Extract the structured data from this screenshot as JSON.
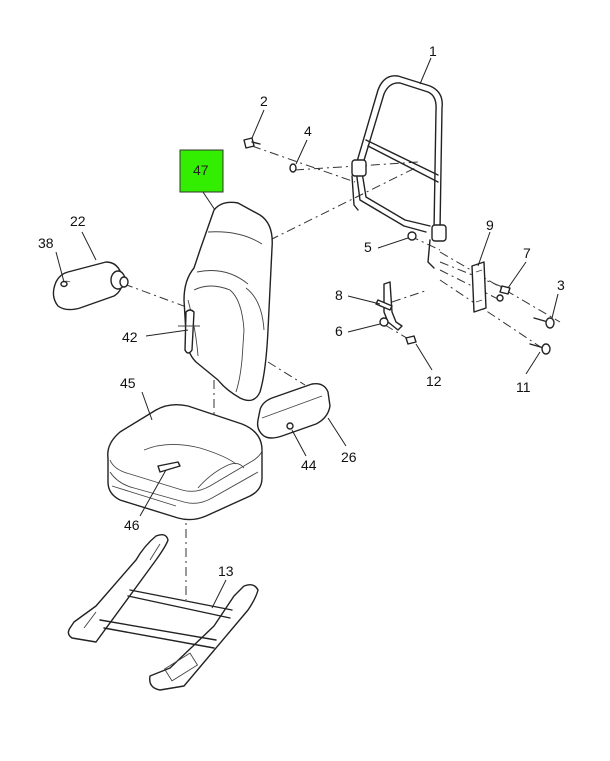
{
  "highlight_color": "#33ee00",
  "highlighted_callout": "47",
  "callouts": {
    "c1": "1",
    "c2": "2",
    "c3": "3",
    "c4": "4",
    "c5": "5",
    "c6": "6",
    "c7": "7",
    "c8": "8",
    "c9": "9",
    "c11": "11",
    "c12": "12",
    "c13": "13",
    "c22": "22",
    "c26": "26",
    "c38": "38",
    "c42": "42",
    "c44": "44",
    "c45": "45",
    "c46": "46",
    "c47": "47"
  }
}
